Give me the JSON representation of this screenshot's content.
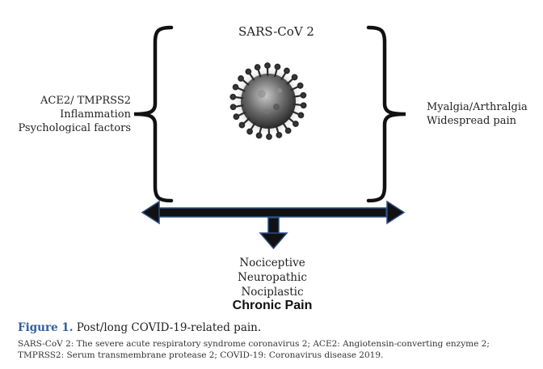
{
  "diagram": {
    "title": "SARS-CoV 2",
    "left_factors": [
      "ACE2/ TMPRSS2",
      "Inflammation",
      "Psychological factors"
    ],
    "right_symptoms": [
      "Myalgia/Arthralgia",
      "Widespread pain"
    ],
    "pain_types": [
      "Nociceptive",
      "Neuropathic",
      "Nociplastic"
    ],
    "outcome": "Chronic Pain",
    "arrow_color": "#1f3a6b"
  },
  "figure": {
    "label": "Figure 1.",
    "caption": "Post/long COVID-19-related pain.",
    "footnote": "SARS-CoV 2: The severe acute respiratory syndrome coronavirus 2; ACE2: Angiotensin-converting enzyme 2; TMPRSS2: Serum transmembrane protease 2; COVID-19: Coronavirus disease 2019."
  }
}
